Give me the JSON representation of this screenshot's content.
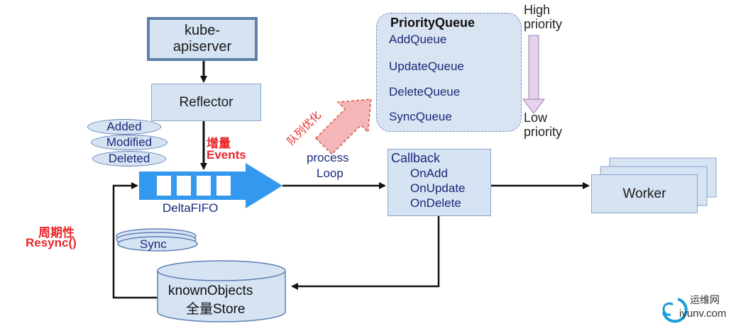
{
  "nodes": {
    "apiserver": "kube-\napiserver",
    "reflector": "Reflector",
    "deltafifo": "DeltaFIFO",
    "worker": "Worker",
    "store_line1": "knownObjects",
    "store_line2": "全量Store",
    "sync": "Sync"
  },
  "event_types": [
    "Added",
    "Modified",
    "Deleted"
  ],
  "labels": {
    "incremental_cn": "增量",
    "incremental_en": "Events",
    "process": "process",
    "loop": "Loop",
    "resync_cn": "周期性",
    "resync_en": "Resync()",
    "queue_priority": "队列优化",
    "high": "High\npriority",
    "low": "Low\npriority"
  },
  "callback": {
    "title": "Callback",
    "items": [
      "OnAdd",
      "OnUpdate",
      "OnDelete"
    ]
  },
  "priority_queue": {
    "title": "PriorityQueue",
    "queues": [
      "AddQueue",
      "UpdateQueue",
      "DeleteQueue",
      "SyncQueue"
    ]
  },
  "watermark": {
    "cn": "运维网",
    "url": "iyunv.com"
  },
  "colors": {
    "accent_blue": "#3399ee",
    "box_fill": "#d6e3f3",
    "red_label": "#e8272a",
    "arrow_pink": "#f4b6b6",
    "low_arrow": "#e5d2ec"
  }
}
